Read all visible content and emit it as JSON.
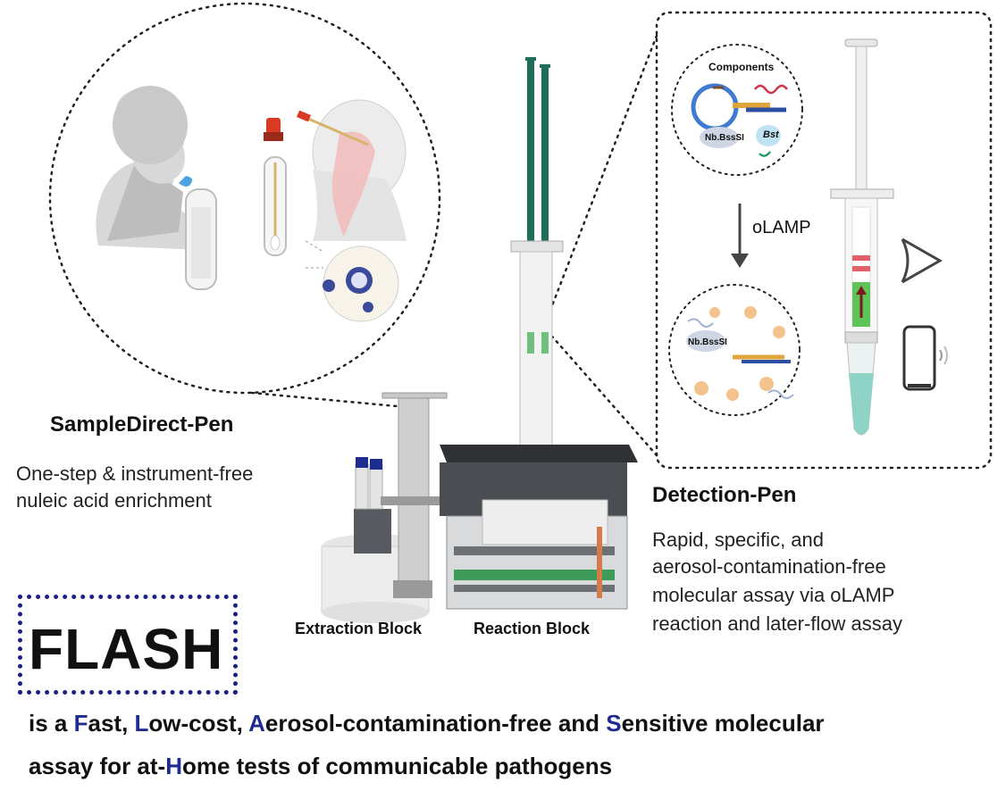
{
  "sample_pen": {
    "title": "SampleDirect-Pen",
    "desc_line1": "One-step & instrument-free",
    "desc_line2": "nuleic acid enrichment"
  },
  "detection_pen": {
    "title": "Detection-Pen",
    "desc_line1": "Rapid, specific, and",
    "desc_line2": "aerosol-contamination-free",
    "desc_line3": "molecular assay via oLAMP",
    "desc_line4": "reaction and later-flow assay"
  },
  "blocks": {
    "extraction": "Extraction Block",
    "reaction": "Reaction Block"
  },
  "components_panel": {
    "title": "Components",
    "enzyme1": "Nb.BssSI",
    "enzyme2": "Bst",
    "arrow_label": "oLAMP",
    "enzyme_result": "Nb.BssSI"
  },
  "flash": {
    "word": "FLASH",
    "line1": {
      "p1": "is a ",
      "h1": "F",
      "p2": "ast, ",
      "h2": "L",
      "p3": "ow-cost, ",
      "h3": "A",
      "p4": "erosol-contamination-free and ",
      "h4": "S",
      "p5": "ensitive molecular"
    },
    "line2": {
      "p1": "assay for at-",
      "h1": "H",
      "p2": "ome tests of communicable pathogens"
    }
  },
  "colors": {
    "accent_blue": "#1f2c8f",
    "pen_green": "#1f6e5a",
    "strip_red": "#e0606a",
    "strip_green": "#5ec45a"
  },
  "icons": [
    "person-saliva-icon",
    "nasal-swab-icon",
    "virus-icon",
    "eye-icon",
    "smartphone-icon"
  ]
}
